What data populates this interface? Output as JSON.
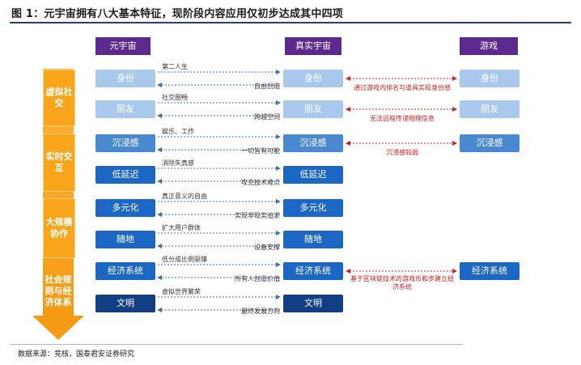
{
  "title": "图 1：元宇宙拥有八大基本特征，现阶段内容应用仅初步达成其中四项",
  "columns": {
    "metaverse": "元宇宙",
    "real": "真实宇宙",
    "game": "游戏"
  },
  "stages": [
    "虚拟社交",
    "实时交互",
    "大规模协作",
    "社会规则与经济体系"
  ],
  "rows": [
    {
      "meta": "身份",
      "real": "身份",
      "game": "身份",
      "upper": "第二人生",
      "lower": "自由创造",
      "right": "通过游戏内排名与道具实现身份感",
      "state": "light"
    },
    {
      "meta": "朋友",
      "real": "朋友",
      "game": "朋友",
      "upper": "社交圈畅",
      "lower": "跨越空间",
      "right": "无法远程传递物理信息",
      "state": "light"
    },
    {
      "meta": "沉浸感",
      "real": "沉浸感",
      "game": "沉浸感",
      "upper": "娱乐、工作",
      "lower": "一切皆有可能",
      "right": "沉浸感较弱",
      "state": "mid"
    },
    {
      "meta": "低延迟",
      "real": "低延迟",
      "game": "",
      "upper": "消除失真感",
      "lower": "攻克技术难点",
      "right": "",
      "state": "dark"
    },
    {
      "meta": "多元化",
      "real": "多元化",
      "game": "",
      "upper": "真正意义的自由",
      "lower": "实现非现实追求",
      "right": "",
      "state": "dark"
    },
    {
      "meta": "随地",
      "real": "随地",
      "game": "",
      "upper": "扩大用户群体",
      "lower": "设备支撑",
      "right": "",
      "state": "dark"
    },
    {
      "meta": "经济系统",
      "real": "经济系统",
      "game": "经济系统",
      "upper": "低分成比例驱赚",
      "lower": "所有人创造价值",
      "right": "基于区块链技术的游戏币和步建立经济系统",
      "state": "dark"
    },
    {
      "meta": "文明",
      "real": "文明",
      "game": "",
      "upper": "虚拟世界繁荣",
      "lower": "最终发展方向",
      "right": "",
      "state": "navy"
    }
  ],
  "source": "数据来源：竞核，国泰君安证券研究",
  "colors": {
    "light": "#a9c9ec",
    "mid": "#4a88cf",
    "dark": "#1c66c4",
    "navy": "#123e84",
    "header": "#5c2a8c",
    "arrow": "#f8a51c",
    "accent": "#cc1f1f"
  }
}
